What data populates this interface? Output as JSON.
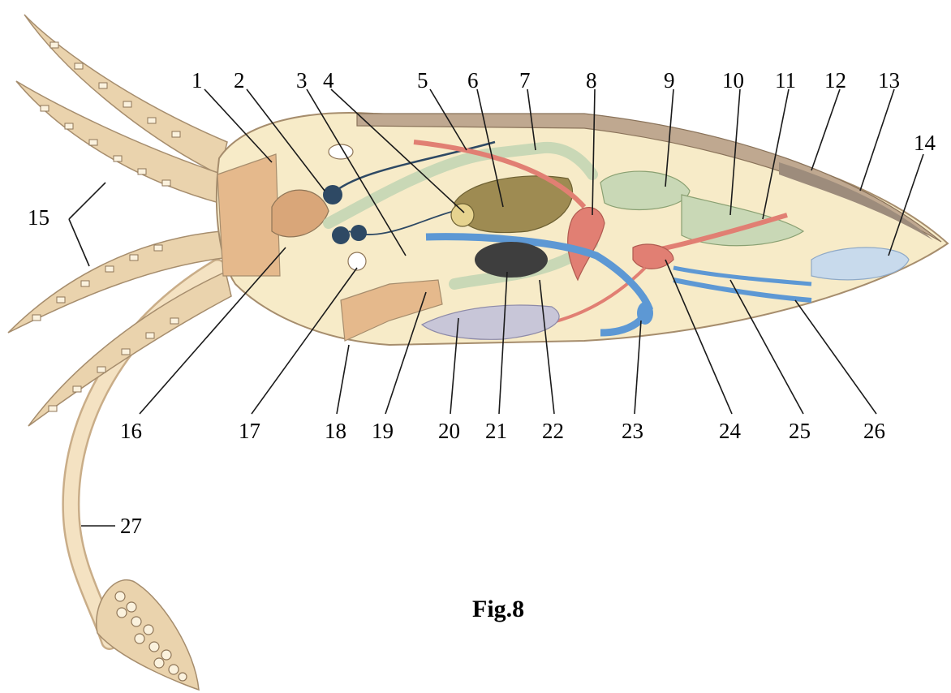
{
  "figure": {
    "caption": "Fig.8",
    "labels": [
      "1",
      "2",
      "3",
      "4",
      "5",
      "6",
      "7",
      "8",
      "9",
      "10",
      "11",
      "12",
      "13",
      "14",
      "15",
      "16",
      "17",
      "18",
      "19",
      "20",
      "21",
      "22",
      "23",
      "24",
      "25",
      "26",
      "27"
    ]
  },
  "colors": {
    "body": "#f7ebc8",
    "skin": "#e9cfa5",
    "muscle": "#e5b98c",
    "shell": "#bfa890",
    "gut": "#c9d8b6",
    "liver": "#9e8b52",
    "ganglia": "#2e4964",
    "vessel_red": "#e17f73",
    "vessel_blue": "#5d98d4",
    "ink_sac": "#3e3e3e",
    "gill": "#c8c6d8",
    "gonad": "#c8daec"
  }
}
